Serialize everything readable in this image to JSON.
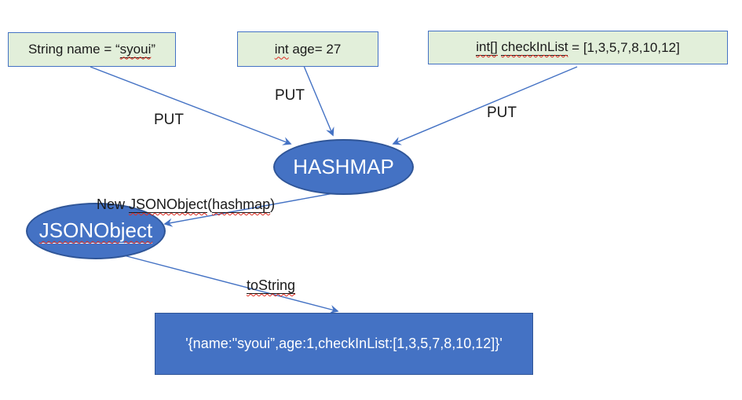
{
  "colors": {
    "box_fill": "#e2efda",
    "box_border": "#4472c4",
    "node_fill": "#4472c4",
    "node_border": "#2f5597",
    "arrow": "#4472c4",
    "squiggle": "#e02b20",
    "node_text": "#ffffff",
    "text": "#1a1a1a"
  },
  "boxes": {
    "name_var": {
      "pre": "String name = “",
      "word": "syoui",
      "post": "”"
    },
    "age_var": {
      "word": "int",
      "post": " age= 27"
    },
    "list_var": {
      "word1": "int[]",
      "sep": " ",
      "word2": "checkInList",
      "post": " = [1,3,5,7,8,10,12]"
    }
  },
  "nodes": {
    "hashmap": {
      "label": "HASHMAP"
    },
    "jsonobject": {
      "label": "JSONObject"
    }
  },
  "edges": {
    "put1": {
      "label": "PUT"
    },
    "put2": {
      "label": "PUT"
    },
    "put3": {
      "label": "PUT"
    },
    "construct": {
      "pre": "New ",
      "word1": "JSONObject",
      "paren": "(",
      "word2": "hashmap",
      "post": ")"
    },
    "tostring": {
      "label": "toString"
    }
  },
  "result": {
    "text": "'{name:\"syoui”,age:1,checkInList:[1,3,5,7,8,10,12]}'"
  }
}
